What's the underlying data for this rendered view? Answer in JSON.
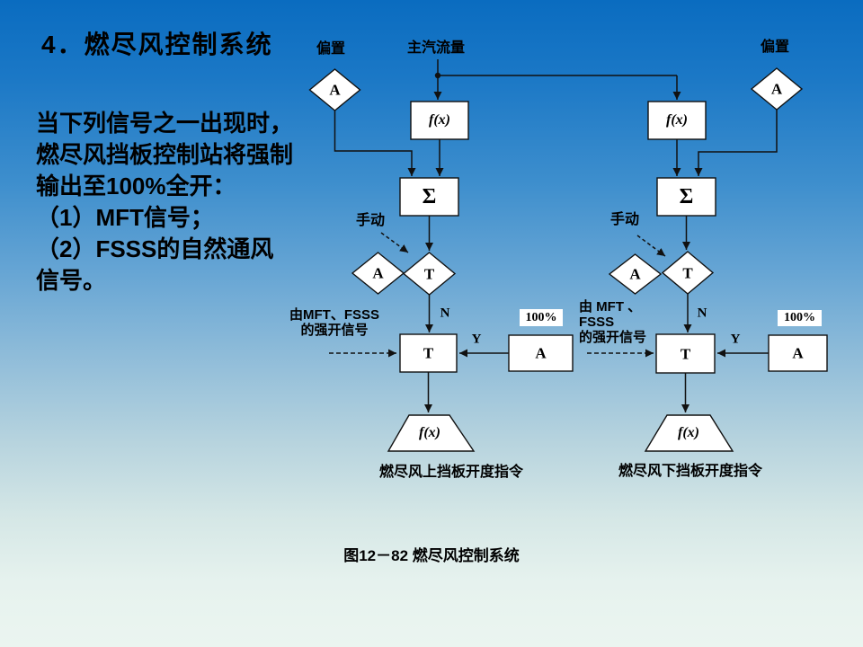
{
  "slide": {
    "title": "4．燃尽风控制系统",
    "intro_lines": [
      "当下列信号之一出现时，",
      "燃尽风挡板控制站将强制",
      "输出至100%全开：",
      "（1）MFT信号；",
      "（2）FSSS的自然通风",
      "信号。"
    ],
    "caption": "图12－82 燃尽风控制系统"
  },
  "diagram": {
    "top_labels": {
      "bias_left": "偏置",
      "main_steam_flow": "主汽流量",
      "bias_right": "偏置"
    },
    "node_labels": {
      "fx": "f(x)",
      "sum": "Σ",
      "a": "A",
      "t": "T"
    },
    "branch_labels": {
      "manual": "手动",
      "n": "N",
      "y": "Y",
      "full_open": "100%"
    },
    "force_open_left_lines": [
      "由MFT、FSSS",
      "的强开信号"
    ],
    "force_open_right_lines": [
      "由 MFT 、",
      "FSSS",
      "的强开信号"
    ],
    "output_left": "燃尽风上挡板开度指令",
    "output_right": "燃尽风下挡板开度指令"
  },
  "colors": {
    "bg_top": "#0a6cc0",
    "bg_bottom": "#ebf5f0",
    "line": "#111111",
    "node_fill": "#ffffff",
    "text": "#000000"
  }
}
